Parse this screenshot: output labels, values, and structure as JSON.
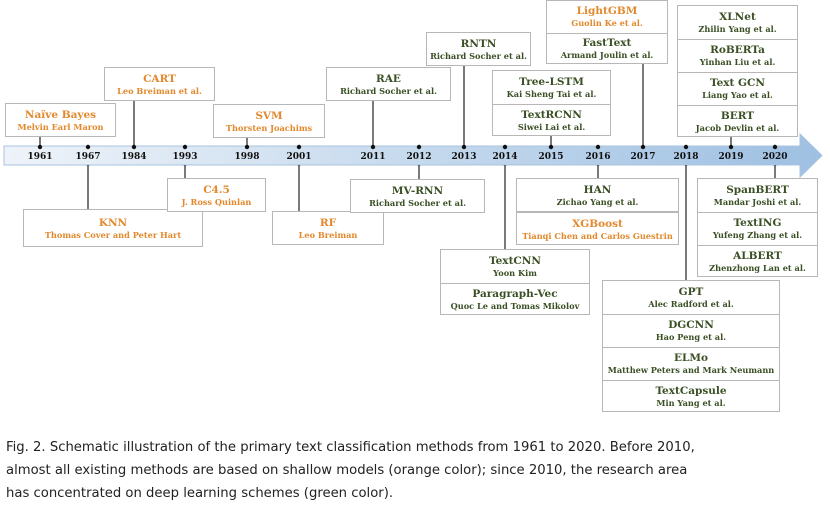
{
  "colors": {
    "orange": "#e2892d",
    "green": "#3a4f24",
    "timeline": "#c9d9ec",
    "arrow": "#9ec0e2"
  },
  "years": [
    "1961",
    "1967",
    "1984",
    "1993",
    "1998",
    "2001",
    "2011",
    "2012",
    "2013",
    "2014",
    "2015",
    "2016",
    "2017",
    "2018",
    "2019",
    "2020"
  ],
  "methods": [
    {
      "id": "naive-bayes",
      "color": "orange",
      "entries": [
        {
          "name": "Naïve Bayes",
          "authors": "Melvin Earl Maron"
        }
      ]
    },
    {
      "id": "knn",
      "color": "orange",
      "entries": [
        {
          "name": "KNN",
          "authors": "Thomas Cover and Peter Hart"
        }
      ]
    },
    {
      "id": "cart",
      "color": "orange",
      "entries": [
        {
          "name": "CART",
          "authors": "Leo Breiman et al."
        }
      ]
    },
    {
      "id": "c45",
      "color": "orange",
      "entries": [
        {
          "name": "C4.5",
          "authors": "J. Ross Quinlan"
        }
      ]
    },
    {
      "id": "svm",
      "color": "orange",
      "entries": [
        {
          "name": "SVM",
          "authors": "Thorsten Joachims"
        }
      ]
    },
    {
      "id": "rf",
      "color": "orange",
      "entries": [
        {
          "name": "RF",
          "authors": "Leo Breiman"
        }
      ]
    },
    {
      "id": "rae",
      "color": "green",
      "entries": [
        {
          "name": "RAE",
          "authors": "Richard Socher et al."
        }
      ]
    },
    {
      "id": "mv-rnn",
      "color": "green",
      "entries": [
        {
          "name": "MV-RNN",
          "authors": "Richard Socher et al."
        }
      ]
    },
    {
      "id": "rntn",
      "color": "green",
      "entries": [
        {
          "name": "RNTN",
          "authors": "Richard Socher et al."
        }
      ]
    },
    {
      "id": "2014-group",
      "color": "green",
      "entries": [
        {
          "name": "TextCNN",
          "authors": "Yoon Kim"
        },
        {
          "name": "Paragraph-Vec",
          "authors": "Quoc Le and Tomas Mikolov"
        }
      ]
    },
    {
      "id": "2015-group",
      "color": "green",
      "entries": [
        {
          "name": "Tree-LSTM",
          "authors": "Kai Sheng Tai et al."
        },
        {
          "name": "TextRCNN",
          "authors": "Siwei Lai et al."
        }
      ]
    },
    {
      "id": "2016-han",
      "color": "green",
      "entries": [
        {
          "name": "HAN",
          "authors": "Zichao Yang et al."
        }
      ]
    },
    {
      "id": "2016-xgboost",
      "color": "orange",
      "entries": [
        {
          "name": "XGBoost",
          "authors": "Tianqi Chen and Carlos Guestrin"
        }
      ]
    },
    {
      "id": "2017-group",
      "color": "green",
      "entries": [
        {
          "name": "LightGBM",
          "authors": "Guolin Ke et al.",
          "color": "orange"
        },
        {
          "name": "FastText",
          "authors": "Armand Joulin et al."
        }
      ]
    },
    {
      "id": "2018-group",
      "color": "green",
      "entries": [
        {
          "name": "GPT",
          "authors": "Alec Radford et al."
        },
        {
          "name": "DGCNN",
          "authors": "Hao Peng et al."
        },
        {
          "name": "ELMo",
          "authors": "Matthew Peters and Mark Neumann"
        },
        {
          "name": "TextCapsule",
          "authors": "Min Yang et al."
        }
      ]
    },
    {
      "id": "2019-group",
      "color": "green",
      "entries": [
        {
          "name": "XLNet",
          "authors": "Zhilin Yang et al."
        },
        {
          "name": "RoBERTa",
          "authors": "Yinhan Liu et al."
        },
        {
          "name": "Text GCN",
          "authors": "Liang Yao et al."
        },
        {
          "name": "BERT",
          "authors": "Jacob Devlin et al."
        }
      ]
    },
    {
      "id": "2020-group",
      "color": "green",
      "entries": [
        {
          "name": "SpanBERT",
          "authors": "Mandar Joshi et al."
        },
        {
          "name": "TextING",
          "authors": "Yufeng Zhang et al."
        },
        {
          "name": "ALBERT",
          "authors": "Zhenzhong Lan et al."
        }
      ]
    }
  ],
  "caption": {
    "line1": "Fig. 2.  Schematic illustration of the primary text classification methods from 1961 to 2020. Before 2010,",
    "line2": "almost all existing methods are based on shallow models (orange color); since 2010, the research area",
    "line3": "has concentrated on deep learning schemes (green color)."
  }
}
